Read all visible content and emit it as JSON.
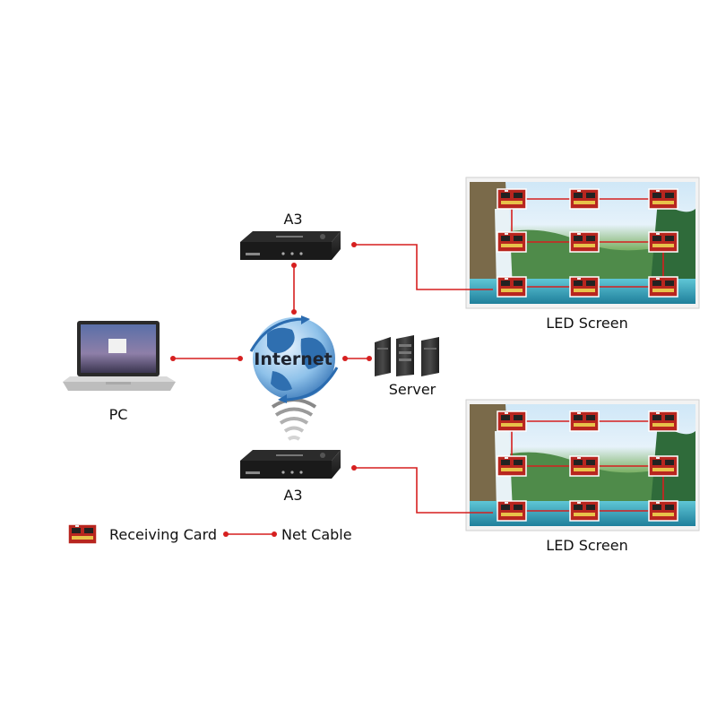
{
  "labels": {
    "a3_top": "A3",
    "a3_bottom": "A3",
    "pc": "PC",
    "server": "Server",
    "internet": "Internet",
    "led_top": "LED Screen",
    "led_bottom": "LED Screen"
  },
  "legend": {
    "receiving_card": "Receiving Card",
    "net_cable": "Net Cable"
  },
  "colors": {
    "cable": "#d61f1f",
    "device": "#1c1c1c",
    "card": "#b8261f"
  },
  "icons": {
    "pc": "laptop-icon",
    "server": "server-rack-icon",
    "internet": "globe-icon",
    "wireless": "wifi-signal-icon",
    "controller": "a3-player-box-icon",
    "card": "receiving-card-icon"
  }
}
